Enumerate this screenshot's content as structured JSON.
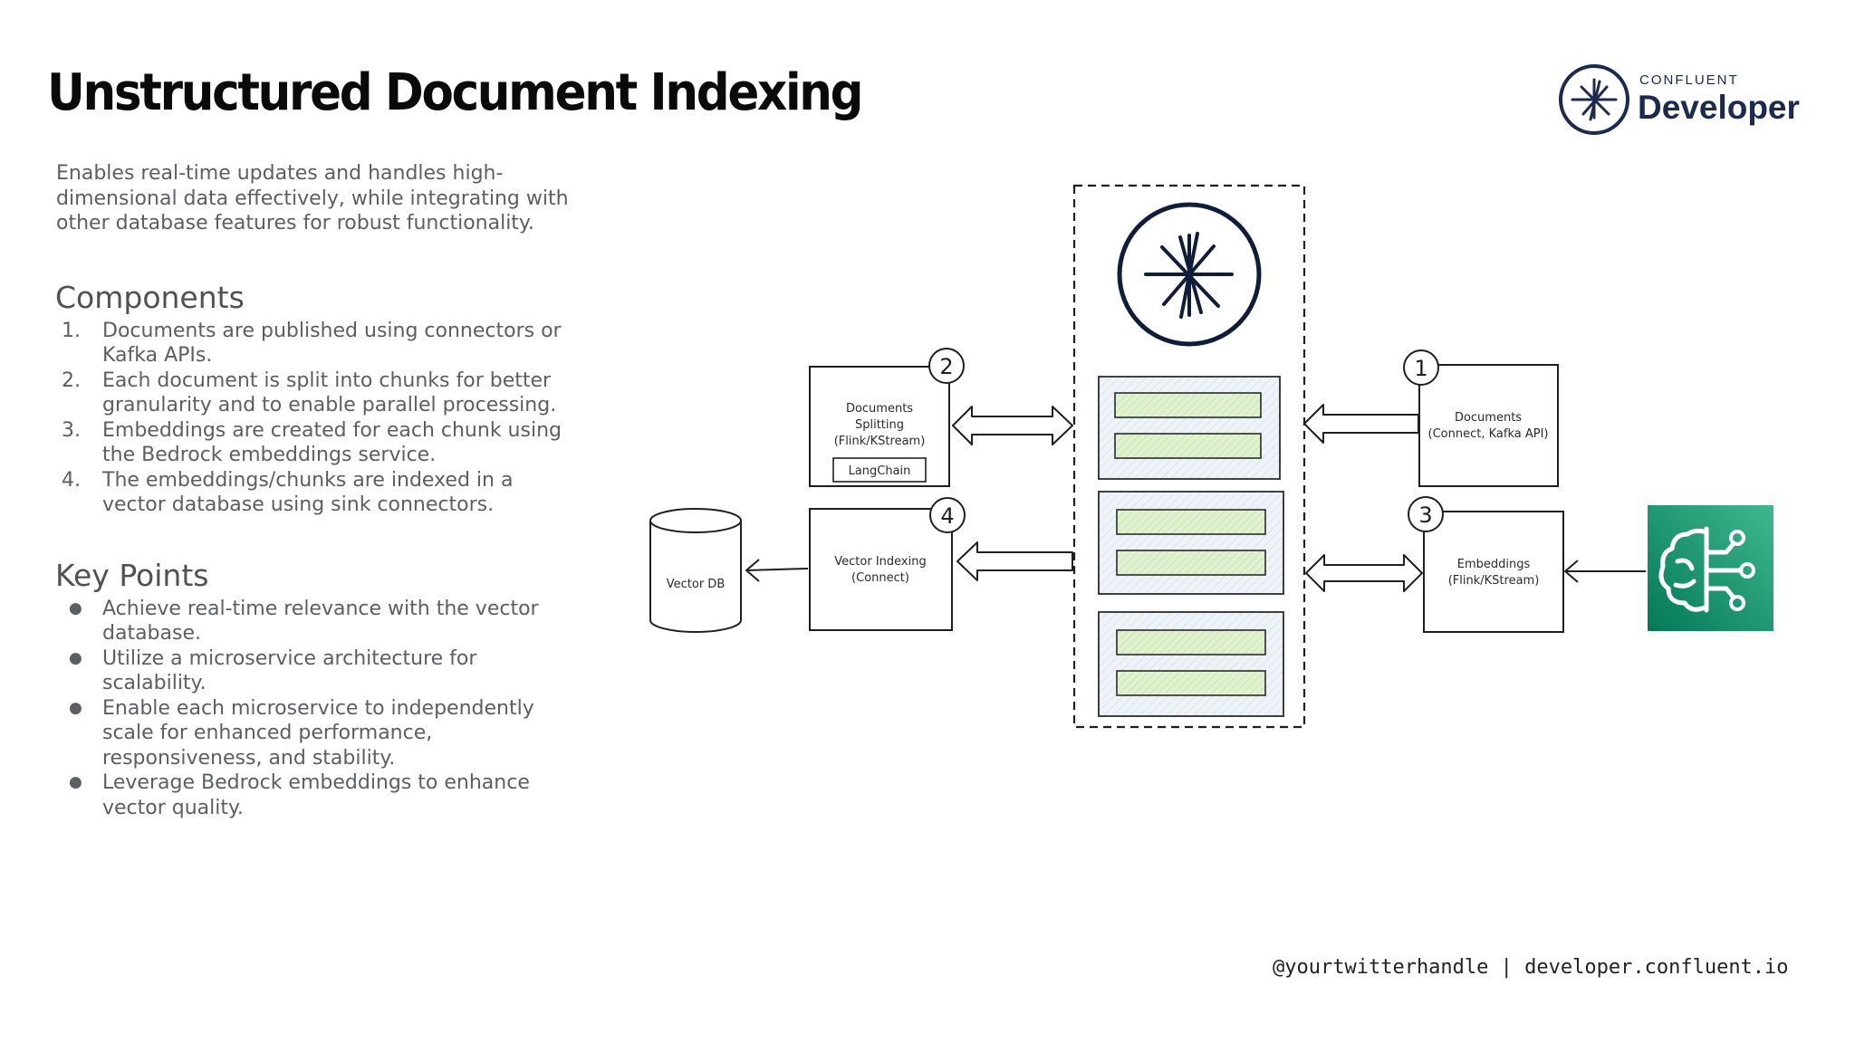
{
  "header": {
    "title": "Unstructured Document Indexing",
    "brand_top": "CONFLUENT",
    "brand_main": "Developer"
  },
  "intro": "Enables real-time updates and handles high-dimensional data effectively, while integrating with other database features for robust functionality.",
  "components": {
    "heading": "Components",
    "items": [
      {
        "marker": "1.",
        "text": "Documents are published using connectors or Kafka APIs."
      },
      {
        "marker": "2.",
        "text": "Each document is split into chunks for better granularity and to enable parallel processing."
      },
      {
        "marker": "3.",
        "text": "Embeddings are created for each chunk using the Bedrock embeddings service."
      },
      {
        "marker": "4.",
        "text": "The embeddings/chunks are indexed in a vector database using sink connectors."
      }
    ]
  },
  "key_points": {
    "heading": "Key Points",
    "items": [
      "Achieve real-time relevance with the vector database.",
      "Utilize a microservice architecture for scalability.",
      "Enable each microservice to independently scale for enhanced performance, responsiveness, and stability.",
      "Leverage Bedrock embeddings to enhance vector quality."
    ],
    "bullet": "●"
  },
  "diagram": {
    "nodes": {
      "documents_source": {
        "badge": "1",
        "lines": [
          "Documents",
          "(Connect, Kafka API)"
        ]
      },
      "documents_splitting": {
        "badge": "2",
        "lines": [
          "Documents",
          "Splitting",
          "(Flink/KStream)"
        ],
        "tag": "LangChain"
      },
      "embeddings": {
        "badge": "3",
        "lines": [
          "Embeddings",
          "(Flink/KStream)"
        ]
      },
      "vector_indexing": {
        "badge": "4",
        "lines": [
          "Vector Indexing",
          "(Connect)"
        ]
      },
      "vector_db": {
        "lines": [
          "Vector DB"
        ]
      }
    },
    "colors": {
      "ink": "#1f1f1f",
      "topic_fill": "#eef3f8",
      "record_fill": "#d9efc5",
      "bedrock_dark": "#047857",
      "bedrock_light": "#3fb88f",
      "confluent_navy": "#0f1d3a"
    }
  },
  "footer": "@yourtwitterhandle | developer.confluent.io"
}
